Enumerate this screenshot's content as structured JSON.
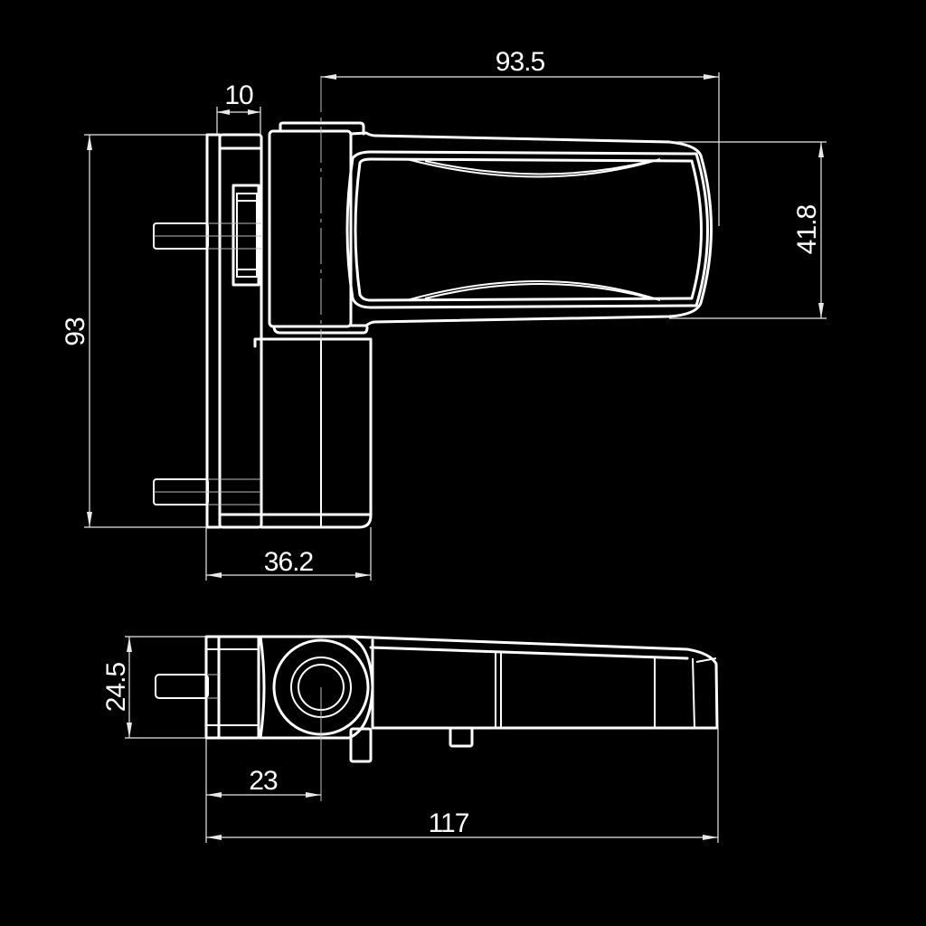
{
  "drawing": {
    "title": "Hinge dimension drawing",
    "background": "#000000",
    "line_color": "#ffffff"
  },
  "views": {
    "front_view": {
      "dimensions": {
        "total_height": "93",
        "base_depth": "10",
        "leaf_length": "93.5",
        "leaf_height": "41.8",
        "body_width": "36.2"
      }
    },
    "top_view": {
      "dimensions": {
        "thickness": "24.5",
        "pin_offset": "23",
        "overall_length": "117"
      }
    }
  }
}
